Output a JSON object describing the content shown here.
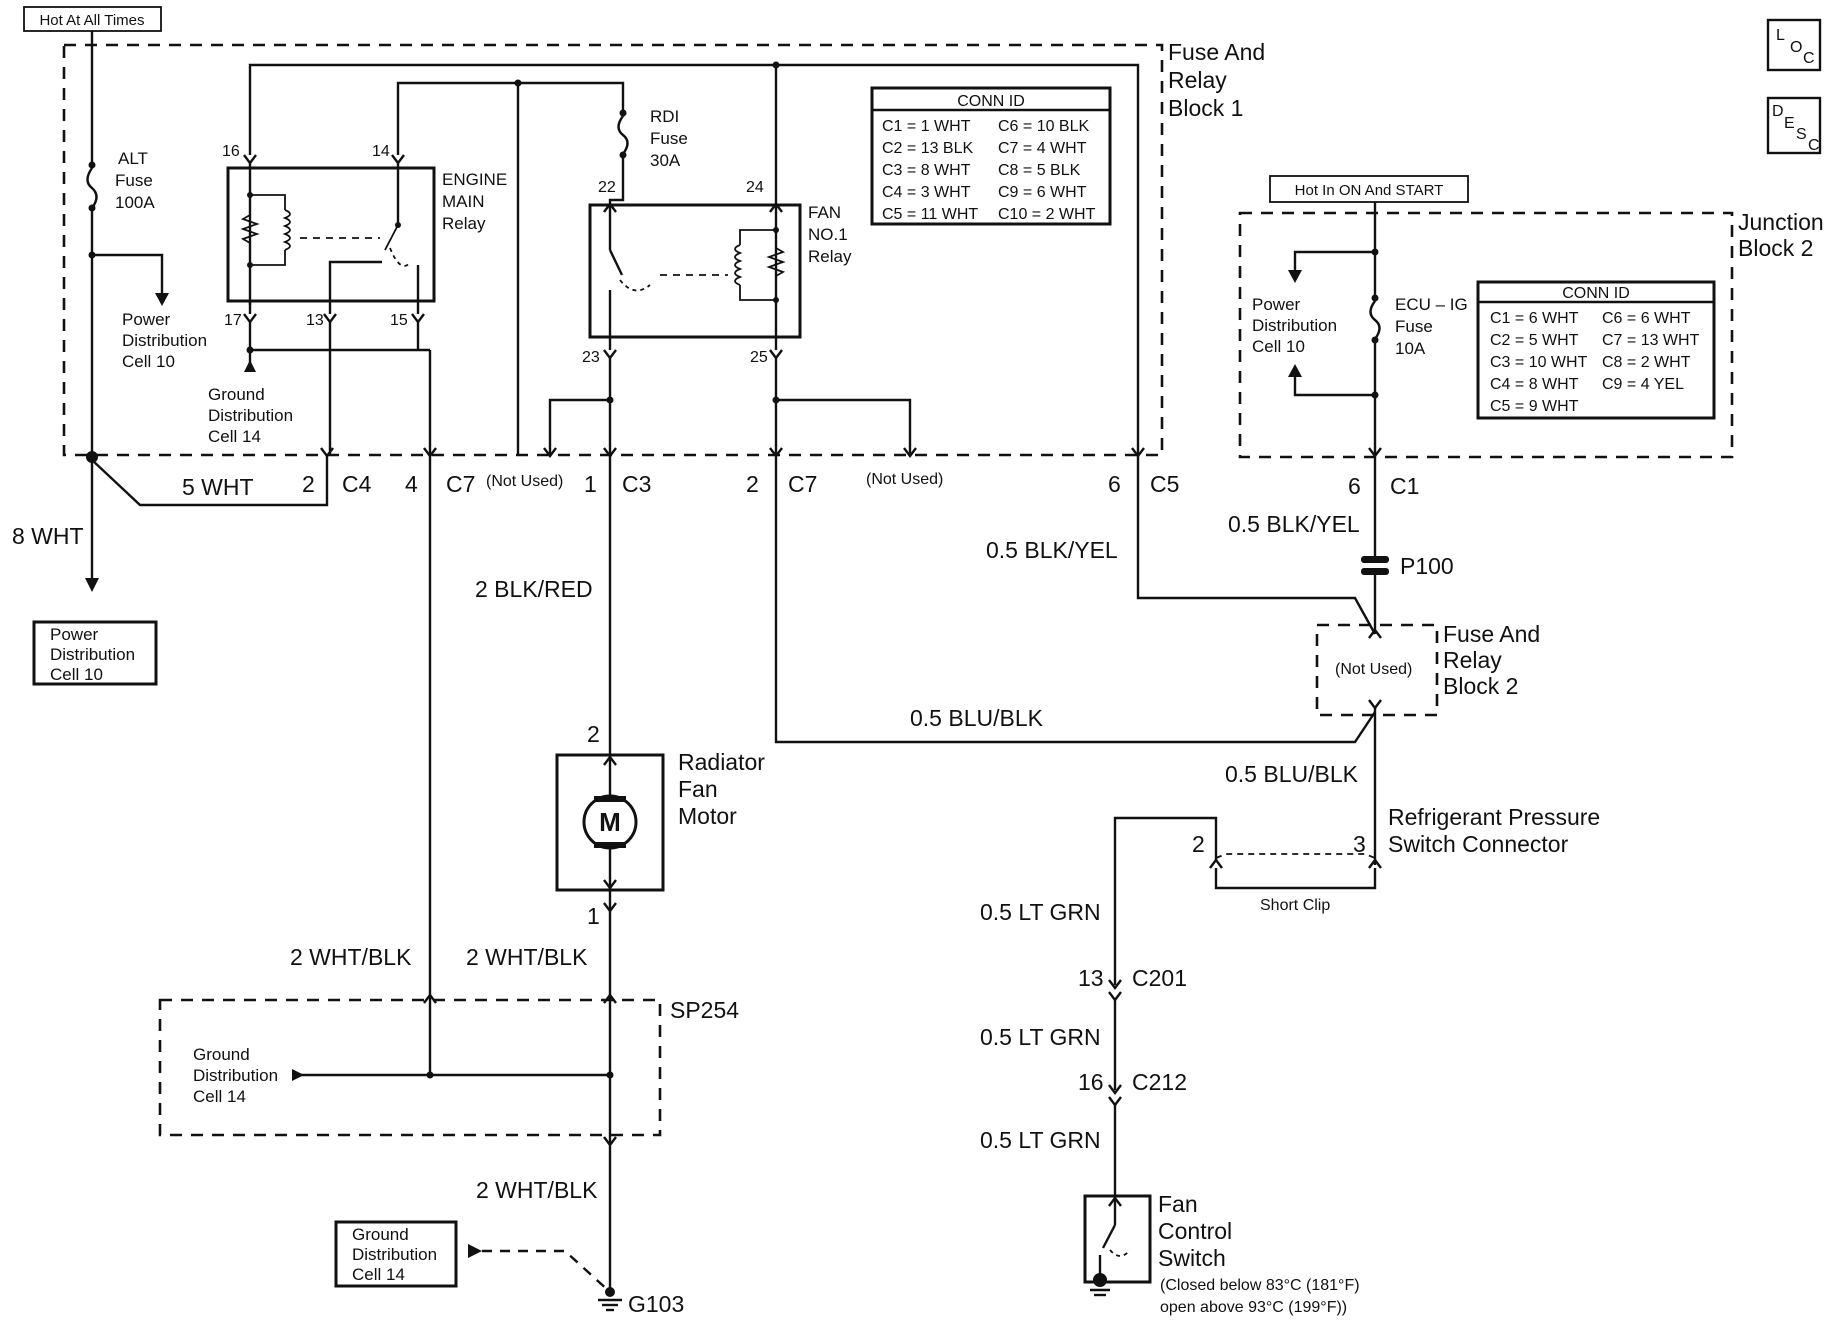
{
  "blocks": {
    "hot_at_all_times": "Hot At All Times",
    "hot_in_on_start": "Hot In ON And START",
    "fuse_relay_block_1": [
      "Fuse And",
      "Relay",
      "Block 1"
    ],
    "junction_block_2": [
      "Junction",
      "Block 2"
    ],
    "fuse_relay_block_2": [
      "Fuse And",
      "Relay",
      "Block 2"
    ],
    "fuse_relay_block_2_not_used": "(Not Used)"
  },
  "badges": {
    "loc": [
      "L",
      "O",
      "C"
    ],
    "desc": [
      "D",
      "E",
      "S",
      "C"
    ]
  },
  "fuses": {
    "alt": [
      "ALT",
      "Fuse",
      "100A"
    ],
    "rdi": [
      "RDI",
      "Fuse",
      "30A"
    ],
    "ecu_ig": [
      "ECU – IG",
      "Fuse",
      "10A"
    ]
  },
  "relays": {
    "engine_main": [
      "ENGINE",
      "MAIN",
      "Relay"
    ],
    "fan_no1": [
      "FAN",
      "NO.1",
      "Relay"
    ]
  },
  "cells": {
    "power_dist_10_inner": [
      "Power",
      "Distribution",
      "Cell 10"
    ],
    "ground_dist_14_inner": [
      "Ground",
      "Distribution",
      "Cell 14"
    ],
    "power_dist_10_box": [
      "Power",
      "Distribution",
      "Cell 10"
    ],
    "jb2_power_dist_10": [
      "Power",
      "Distribution",
      "Cell 10"
    ],
    "sp254_ground_dist_14": [
      "Ground",
      "Distribution",
      "Cell 14"
    ],
    "ground_dist_14_box": [
      "Ground",
      "Distribution",
      "Cell 14"
    ]
  },
  "pins": {
    "p16": "16",
    "p14": "14",
    "p17": "17",
    "p13": "13",
    "p15": "15",
    "p22": "22",
    "p24": "24",
    "p23": "23",
    "p25": "25"
  },
  "connectors": {
    "c4": {
      "pin": "2",
      "name": "C4"
    },
    "c7a": {
      "pin": "4",
      "name": "C7"
    },
    "c3": {
      "pin": "1",
      "name": "C3"
    },
    "c7b": {
      "pin": "2",
      "name": "C7"
    },
    "c5": {
      "pin": "6",
      "name": "C5"
    },
    "c1": {
      "pin": "6",
      "name": "C1"
    },
    "c201": {
      "pin": "13",
      "name": "C201"
    },
    "c212": {
      "pin": "16",
      "name": "C212"
    },
    "not_used_1": "(Not Used)",
    "not_used_2": "(Not Used)"
  },
  "wires": {
    "w_5wht": "5 WHT",
    "w_8wht": "8 WHT",
    "w_2blkred": "2 BLK/RED",
    "w_2whtblk_a": "2 WHT/BLK",
    "w_2whtblk_b": "2 WHT/BLK",
    "w_2whtblk_c": "2 WHT/BLK",
    "w_05blkyel_a": "0.5 BLK/YEL",
    "w_05blkyel_b": "0.5 BLK/YEL",
    "w_05blublk_a": "0.5 BLU/BLK",
    "w_05blublk_b": "0.5 BLU/BLK",
    "w_05ltgrn_a": "0.5 LT GRN",
    "w_05ltgrn_b": "0.5 LT GRN",
    "w_05ltgrn_c": "0.5 LT GRN"
  },
  "components": {
    "radiator_fan_motor": [
      "Radiator",
      "Fan",
      "Motor"
    ],
    "motor_symbol": "M",
    "motor_pin_top": "2",
    "motor_pin_bottom": "1",
    "refrigerant_switch": [
      "Refrigerant Pressure",
      "Switch Connector"
    ],
    "refrig_pin_2": "2",
    "refrig_pin_3": "3",
    "short_clip": "Short Clip",
    "p100": "P100",
    "sp254": "SP254",
    "g103": "G103",
    "fan_control_switch": [
      "Fan",
      "Control",
      "Switch"
    ],
    "fan_switch_note": [
      "(Closed below 83°C (181°F)",
      "open above 93°C (199°F))"
    ]
  },
  "conn_id_1": {
    "title": "CONN ID",
    "rows": [
      [
        "C1 = 1 WHT",
        "C6 = 10 BLK"
      ],
      [
        "C2 = 13 BLK",
        "C7 = 4 WHT"
      ],
      [
        "C3 = 8 WHT",
        "C8 = 5 BLK"
      ],
      [
        "C4 = 3 WHT",
        "C9 = 6 WHT"
      ],
      [
        "C5 = 11 WHT",
        "C10 = 2 WHT"
      ]
    ]
  },
  "conn_id_2": {
    "title": "CONN ID",
    "rows": [
      [
        "C1 = 6 WHT",
        "C6 = 6 WHT"
      ],
      [
        "C2 = 5 WHT",
        "C7 = 13 WHT"
      ],
      [
        "C3 = 10 WHT",
        "C8 = 2 WHT"
      ],
      [
        "C4 = 8 WHT",
        "C9 = 4 YEL"
      ],
      [
        "C5 = 9 WHT",
        ""
      ]
    ]
  }
}
